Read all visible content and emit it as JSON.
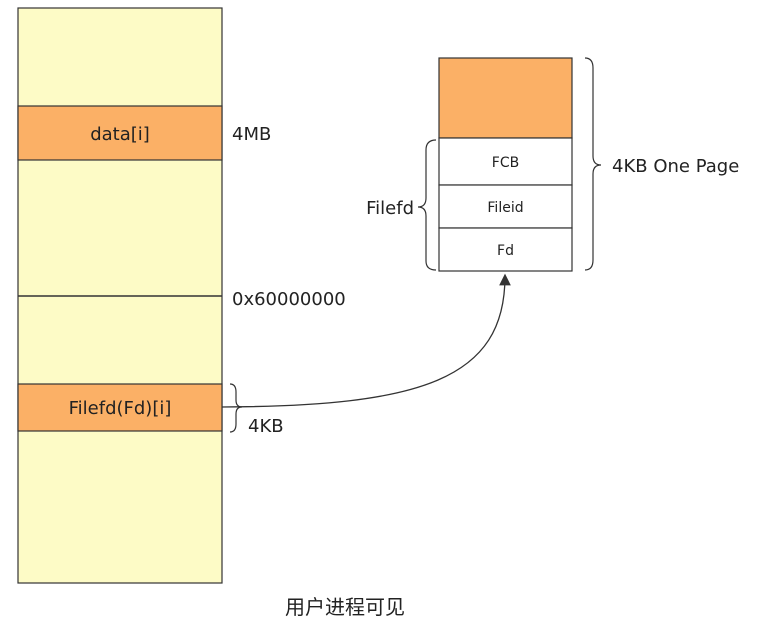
{
  "memory_column": {
    "block_data": "data[i]",
    "label_4mb": "4MB",
    "label_address": "0x60000000",
    "block_filefd": "Filefd(Fd)[i]",
    "label_4kb": "4KB"
  },
  "page": {
    "fields": [
      "FCB",
      "Fileid",
      "Fd"
    ],
    "group_label": "Filefd",
    "page_label": "4KB One Page"
  },
  "caption": "用户进程可见",
  "colors": {
    "column_fill": "#fdfbc6",
    "block_fill": "#fbb066",
    "stroke": "#333333"
  }
}
